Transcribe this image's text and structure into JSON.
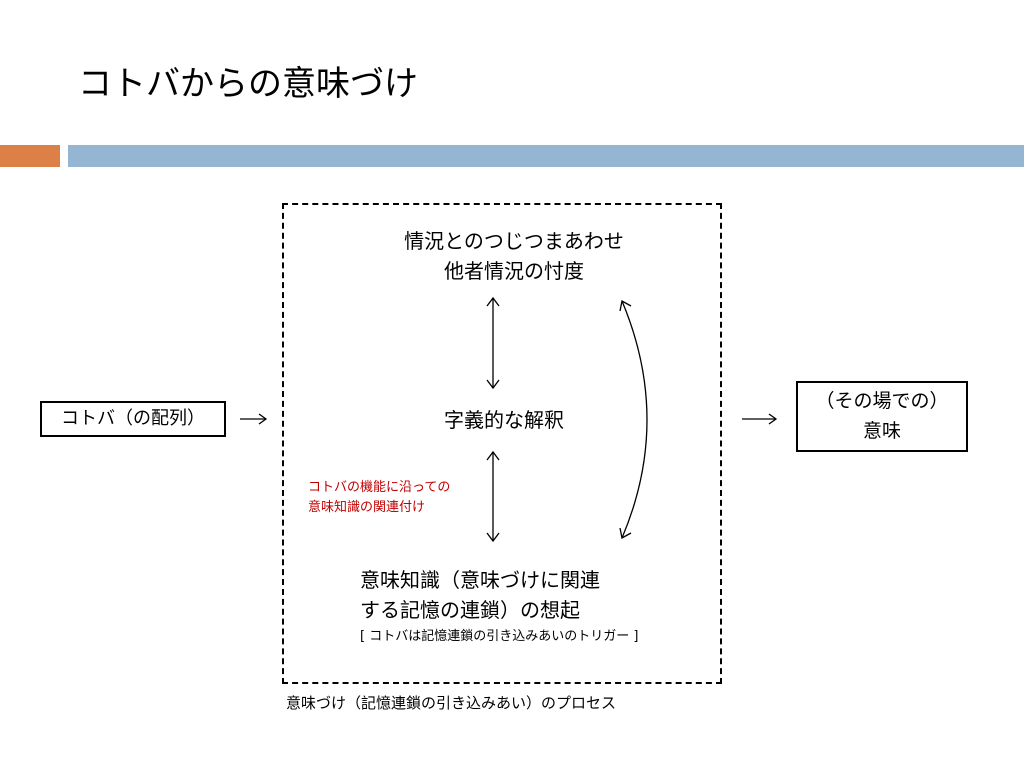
{
  "slide": {
    "title": "コトバからの意味づけ"
  },
  "colors": {
    "accent_orange": "#dd8047",
    "accent_blue": "#94b6d2",
    "note_red": "#c00000"
  },
  "diagram": {
    "input_label": "コトバ（の配列）",
    "output_line1": "（その場での）",
    "output_line2": "意味",
    "situation_line1": "情況とのつじつまあわせ",
    "situation_line2": "他者情況の忖度",
    "literal_interpretation": "字義的な解釈",
    "function_note_line1": "コトバの機能に沿っての",
    "function_note_line2": "意味知識の関連付け",
    "knowledge_line1": "意味知識（意味づけに関連",
    "knowledge_line2": "する記憶の連鎖）の想起",
    "trigger_note": "[ コトバは記憶連鎖の引き込みあいのトリガー ]",
    "process_caption": "意味づけ（記憶連鎖の引き込みあい）のプロセス",
    "input_arrow_icon": "arrow-right-icon",
    "output_arrow_icon": "arrow-right-icon",
    "upper_link_icon": "double-arrow-vertical-icon",
    "lower_link_icon": "double-arrow-vertical-icon",
    "feedback_icon": "curved-double-arrow-icon"
  }
}
